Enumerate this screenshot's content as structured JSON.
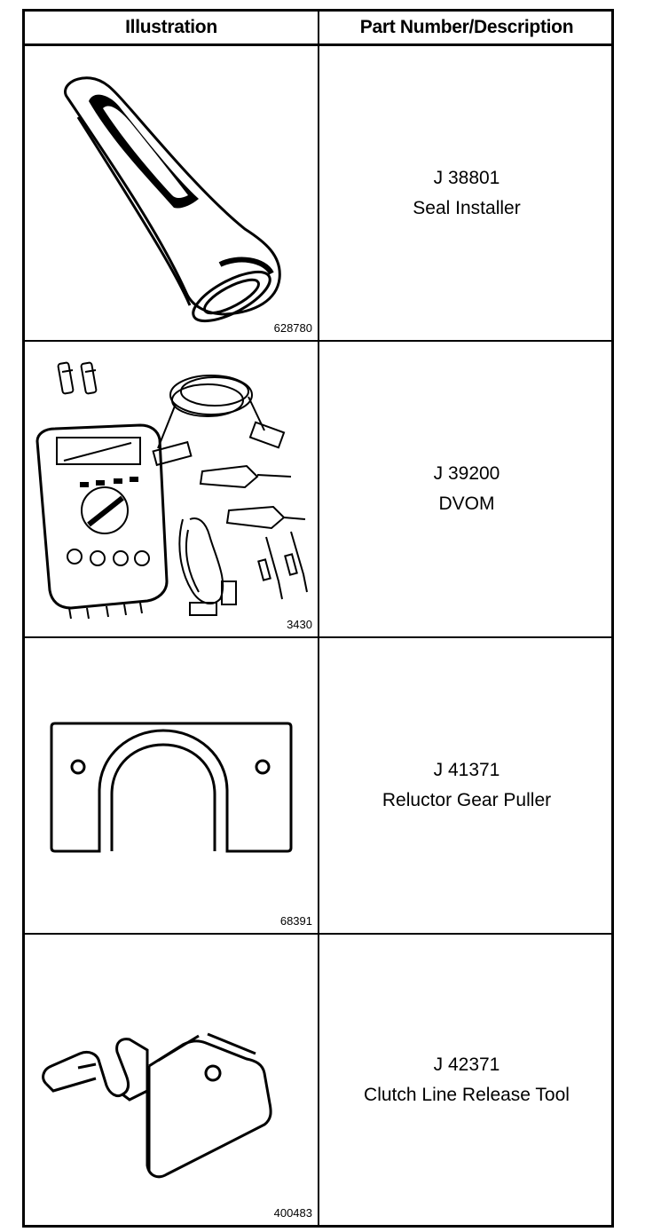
{
  "header": {
    "illustration": "Illustration",
    "part_number_description": "Part Number/Description"
  },
  "rows": [
    {
      "part_number": "J 38801",
      "description": "Seal Installer",
      "ref": "628780",
      "icon": "seal-installer-icon"
    },
    {
      "part_number": "J 39200",
      "description": "DVOM",
      "ref": "3430",
      "icon": "dvom-icon"
    },
    {
      "part_number": "J 41371",
      "description": "Reluctor Gear Puller",
      "ref": "68391",
      "icon": "reluctor-gear-puller-icon"
    },
    {
      "part_number": "J 42371",
      "description": "Clutch Line Release Tool",
      "ref": "400483",
      "icon": "clutch-line-release-tool-icon"
    }
  ]
}
